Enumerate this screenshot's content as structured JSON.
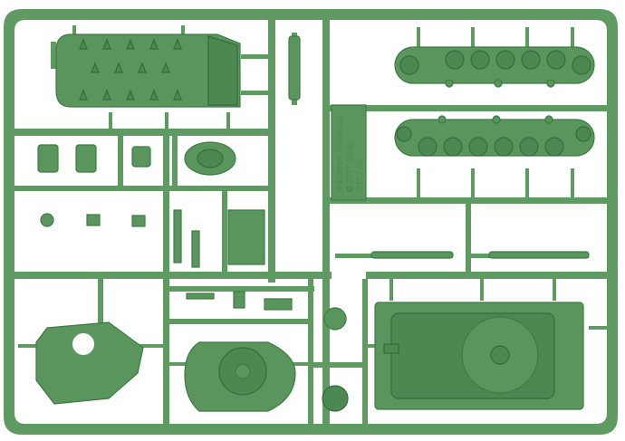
{
  "image": {
    "subject": "sprue-frame",
    "color": "#5f9a62",
    "background": "#ffffff"
  },
  "tab_text": {
    "lines": [
      "Battlefront Miniatures",
      "© 2017 BI098",
      "M10 / A3"
    ]
  }
}
